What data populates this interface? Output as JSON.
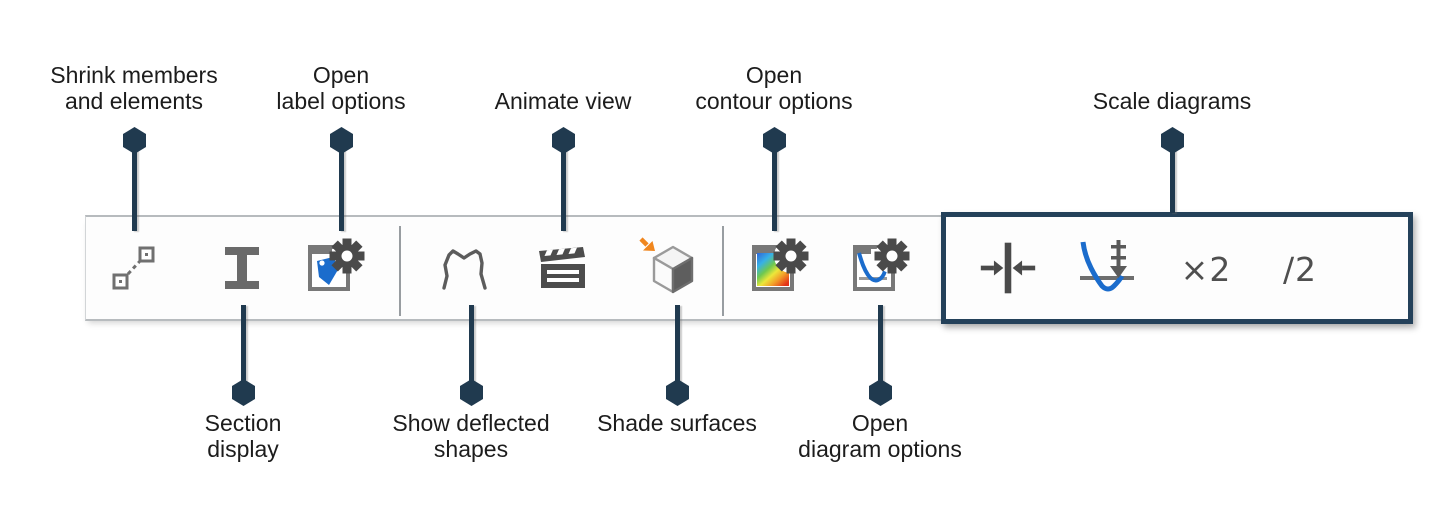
{
  "callouts": {
    "top": {
      "shrink": {
        "line1": "Shrink members",
        "line2": "and elements"
      },
      "label": {
        "line1": "Open",
        "line2": "label options"
      },
      "animate": {
        "line1": "Animate view"
      },
      "contour": {
        "line1": "Open",
        "line2": "contour options"
      },
      "scale": {
        "line1": "Scale diagrams"
      }
    },
    "bottom": {
      "section": {
        "line1": "Section",
        "line2": "display"
      },
      "deflected": {
        "line1": "Show deflected",
        "line2": "shapes"
      },
      "shade": {
        "line1": "Shade surfaces"
      },
      "diagram": {
        "line1": "Open",
        "line2": "diagram options"
      }
    }
  },
  "toolbar": {
    "buttons": [
      {
        "id": "shrink-members",
        "icon": "shrink-members-icon"
      },
      {
        "id": "section-display",
        "icon": "i-beam-section-icon"
      },
      {
        "id": "open-label-options",
        "icon": "label-tag-gear-icon"
      },
      {
        "id": "show-deflected-shapes",
        "icon": "deflected-frame-icon"
      },
      {
        "id": "animate-view",
        "icon": "film-clapper-icon"
      },
      {
        "id": "shade-surfaces",
        "icon": "shaded-cube-orange-arrow-icon"
      },
      {
        "id": "open-contour-options",
        "icon": "contour-gradient-gear-icon"
      },
      {
        "id": "open-diagram-options",
        "icon": "diagram-curve-gear-icon"
      },
      {
        "id": "scale-to-fit",
        "icon": "compress-arrows-icon"
      },
      {
        "id": "scale-diagram",
        "icon": "diagram-measure-arrow-icon"
      },
      {
        "id": "scale-times-2",
        "label": "×2"
      },
      {
        "id": "scale-divide-2",
        "label": "/2"
      }
    ]
  },
  "colors": {
    "accent_navy": "#203a4f",
    "highlight_border": "#24415a",
    "toolbar_border": "#b7bbbe",
    "icon_gray": "#6a6a6a",
    "icon_dark_gray": "#4a4a4a",
    "icon_blue": "#1b6ccc",
    "icon_orange": "#f0861e",
    "label_text": "#1c1c1c"
  }
}
